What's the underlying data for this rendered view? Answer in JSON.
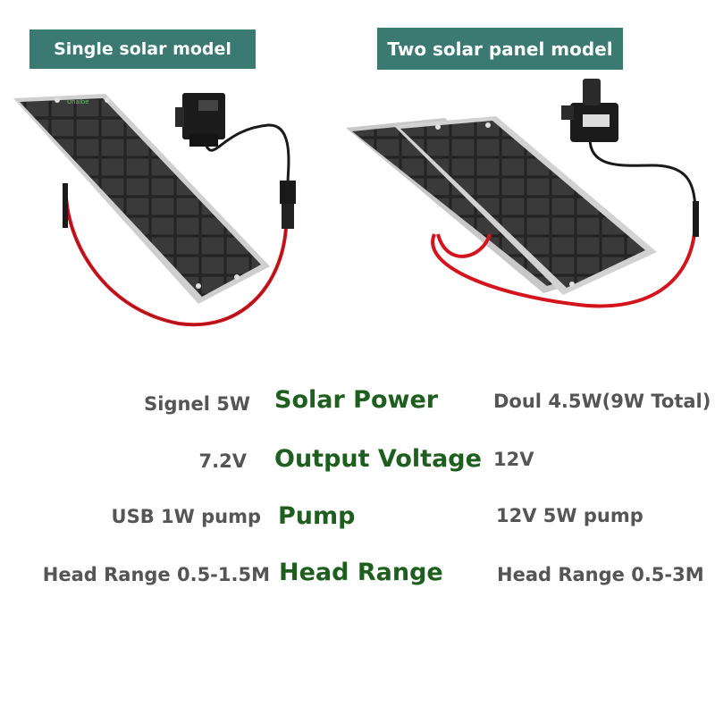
{
  "badges": {
    "single": "Single solar model",
    "double": "Two solar panel model"
  },
  "panel_brand": "Unalbe",
  "comparison": [
    {
      "left": "Signel 5W",
      "label": "Solar Power",
      "right": "Doul 4.5W(9W Total)"
    },
    {
      "left": "7.2V",
      "label": "Output Voltage",
      "right": "12V"
    },
    {
      "left": "USB 1W pump",
      "label": "Pump",
      "right": "12V 5W pump"
    },
    {
      "left": "Head Range 0.5-1.5M",
      "label": "Head Range",
      "right": "Head Range 0.5-3M"
    }
  ],
  "colors": {
    "badge_bg": "#3a7a73",
    "label_green": "#1e5e1e",
    "value_gray": "#555555",
    "cable_red": "#d4141c"
  },
  "icons": [
    "solar-panel-icon",
    "water-pump-icon",
    "connector-icon"
  ]
}
